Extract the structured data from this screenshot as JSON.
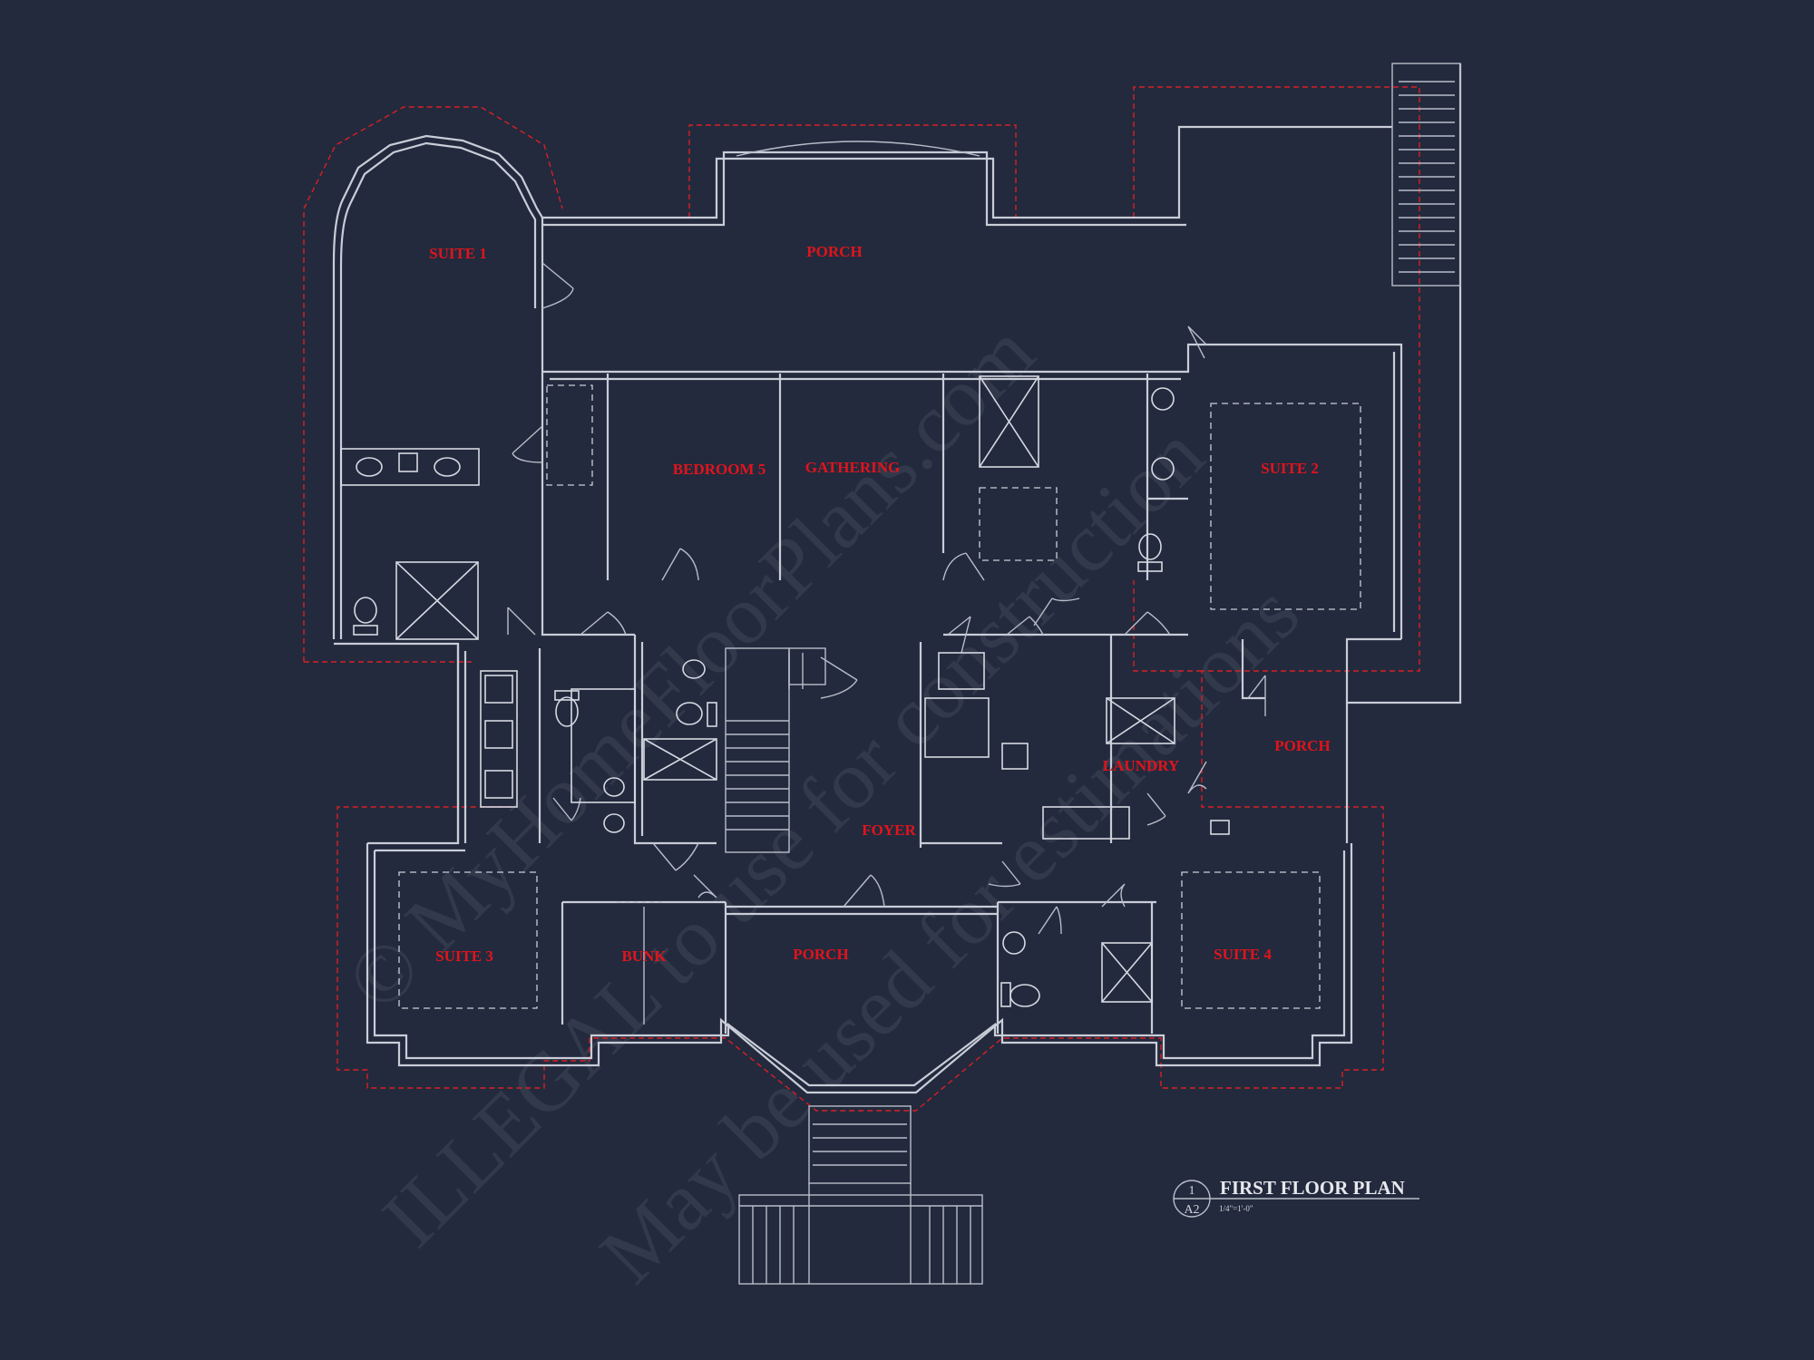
{
  "plan": {
    "title": "FIRST FLOOR PLAN",
    "scale": "1/4\"=1'-0\"",
    "detail_number": "1",
    "sheet_number": "A2"
  },
  "rooms": {
    "suite_1": "SUITE 1",
    "porch_north": "PORCH",
    "bedroom_5": "BEDROOM 5",
    "gathering": "GATHERING",
    "suite_2": "SUITE 2",
    "porch_east": "PORCH",
    "laundry": "LAUNDRY",
    "foyer": "FOYER",
    "suite_3": "SUITE 3",
    "bunk": "BUNK",
    "porch_south": "PORCH",
    "suite_4": "SUITE 4"
  },
  "watermark": {
    "line_1": "© MyHomeFloorPlans.com",
    "line_2": "ILLEGAL to use for construction",
    "line_3": "May be used for estimations"
  },
  "colors": {
    "background": "#232a3d",
    "linework": "#c9cdd8",
    "room_labels": "#e0141c",
    "roof_overhang": "#d81f26"
  }
}
